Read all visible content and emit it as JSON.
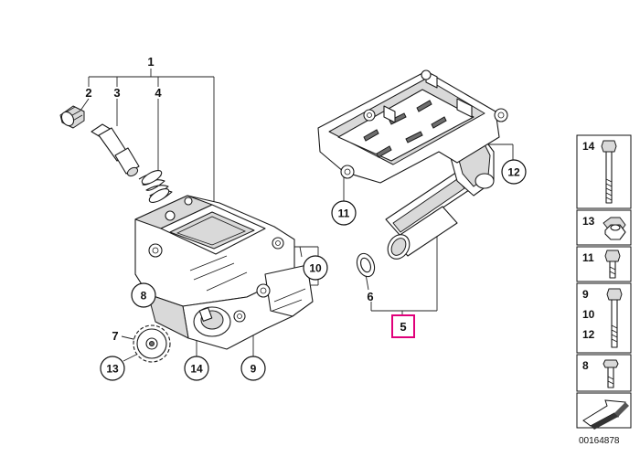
{
  "callouts": {
    "c1": "1",
    "c2": "2",
    "c3": "3",
    "c4": "4",
    "c5": "5",
    "c6": "6",
    "c7": "7",
    "c8": "8",
    "c9": "9",
    "c10": "10",
    "c11": "11",
    "c12": "12",
    "c13": "13",
    "c14": "14"
  },
  "highlight_color": "#e0007a",
  "legend": {
    "p14": "14",
    "p13": "13",
    "p11": "11",
    "p9": "9",
    "p10": "10",
    "p12": "12",
    "p8": "8"
  },
  "diagram_id": "00164878"
}
